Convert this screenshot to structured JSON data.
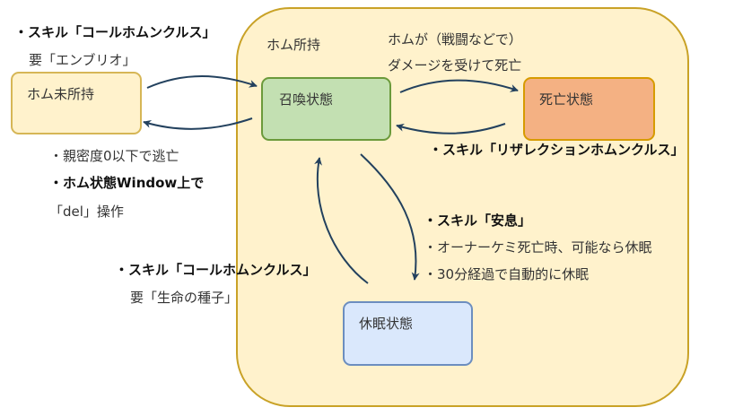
{
  "container": {
    "label": "ホム所持"
  },
  "states": {
    "none": "ホム未所持",
    "summon": "召喚状態",
    "dead": "死亡状態",
    "sleep": "休眠状態"
  },
  "notes": {
    "call_skill_1": "・スキル「コールホムンクルス」",
    "call_req_1": "要「エンブリオ」",
    "escape_1": "・親密度0以下で逃亡",
    "escape_2": "・ホム状態Window上で",
    "escape_3": "「del」操作",
    "battle_1": "ホムが（戦闘などで）",
    "battle_2": "ダメージを受けて死亡",
    "resurrect": "・スキル「リザレクションホムンクルス」",
    "rest_skill": "・スキル「安息」",
    "rest_2": "・オーナーケミ死亡時、可能なら休眠",
    "rest_3": "・30分経過で自動的に休眠",
    "call_skill_2": "・スキル「コールホムンクルス」",
    "call_req_2": "要「生命の種子」"
  },
  "colors": {
    "arrow": "#23415e",
    "container_fill": "#fff2cc",
    "summon_fill": "#c3e0b2",
    "dead_fill": "#f4b183",
    "sleep_fill": "#dae8fc"
  }
}
